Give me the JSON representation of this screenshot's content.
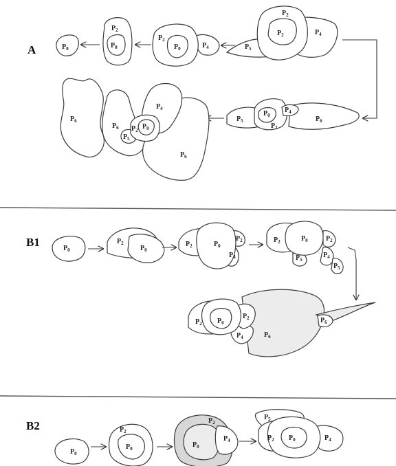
{
  "sections": {
    "a": {
      "label": "A"
    },
    "b1": {
      "label": "B1"
    },
    "b2": {
      "label": "B2"
    }
  },
  "parts": {
    "p0": {
      "base": "P",
      "sub": "0"
    },
    "p2": {
      "base": "P",
      "sub": "2"
    },
    "p4": {
      "base": "P",
      "sub": "4"
    },
    "p5": {
      "base": "P",
      "sub": "5"
    },
    "p6": {
      "base": "P",
      "sub": "6"
    }
  }
}
